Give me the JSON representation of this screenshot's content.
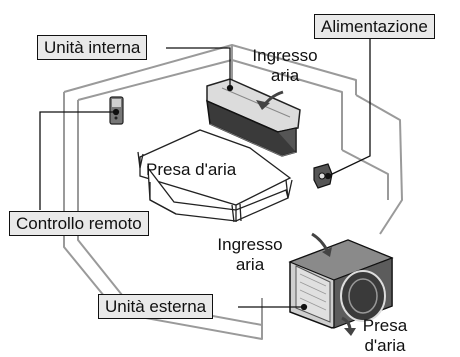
{
  "callouts": {
    "indoor_unit": "Unità interna",
    "power_supply": "Alimentazione",
    "remote_control": "Controllo remoto",
    "outdoor_unit": "Unità esterna"
  },
  "airflow": {
    "indoor_inlet_line1": "Ingresso",
    "indoor_inlet_line2": "aria",
    "indoor_outlet": "Presa d'aria",
    "outdoor_inlet_line1": "Ingresso",
    "outdoor_inlet_line2": "aria",
    "outdoor_outlet_line1": "Presa",
    "outdoor_outlet_line2": "d'aria"
  },
  "colors": {
    "room_outline": "#9a9a9a",
    "callout_fill": "#e9e9e9",
    "unit_dark": "#3a3a3a",
    "unit_light": "#dcdcdc"
  }
}
